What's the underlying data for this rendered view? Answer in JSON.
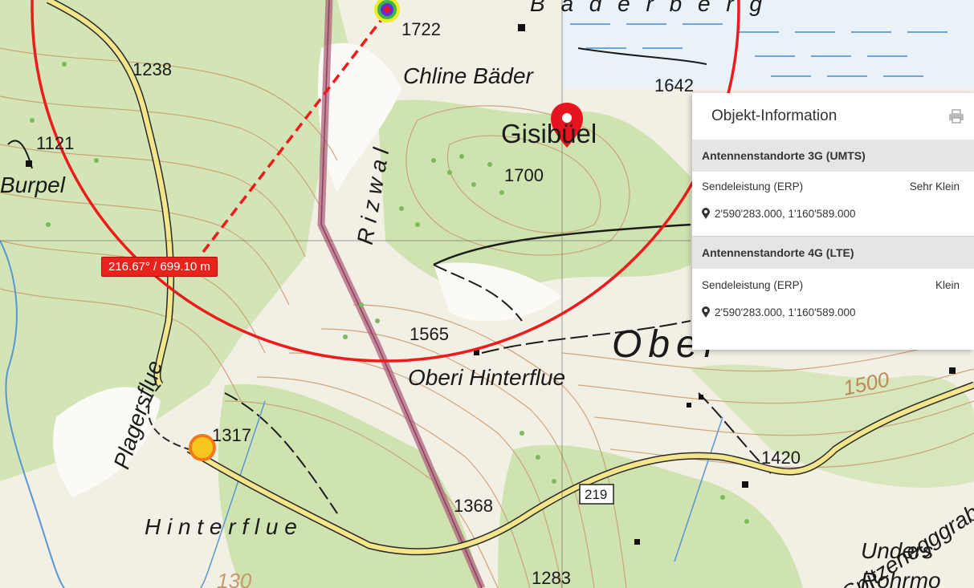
{
  "map": {
    "labels": {
      "elev_1722": "1722",
      "elev_1238": "1238",
      "elev_1121": "1121",
      "elev_1642": "1642",
      "elev_1700": "1700",
      "elev_1565": "1565",
      "elev_1317": "1317",
      "elev_1420": "1420",
      "elev_1368": "1368",
      "elev_1283": "1283",
      "contour_1500": "1500",
      "contour_130": "130",
      "chline_bader": "Chline Bäder",
      "gisibuel": "Gisibüel",
      "burpel": "Burpel",
      "oberi_hinterflue": "Oberi Hinterflue",
      "ober": "Ober",
      "plagersflue": "Plagersflue",
      "hinterflue": "H i n t e r f l u e",
      "spitzenegggrabe": "Spitzenegggrabe",
      "unders": "Unders",
      "rohrmo": "Rohrmo",
      "riwal": "R i z w a l",
      "road_219": "219",
      "top_spaced": "B ä d e r b e r g"
    },
    "measure": {
      "label": "216.67° / 699.10 m",
      "circle_color": "#ee1b1b"
    },
    "colors": {
      "forest": "#cfe3b0",
      "road_fill": "#f3e58a",
      "route_line": "#b0627d",
      "contour": "#c8996a",
      "marker_red": "#e6141e",
      "marker_yellow": "#f7c51c",
      "water": "#6fa6d8"
    }
  },
  "info_panel": {
    "title": "Objekt-Information",
    "sections": [
      {
        "heading": "Antennenstandorte 3G (UMTS)",
        "attr_label": "Sendeleistung (ERP)",
        "attr_value": "Sehr Klein",
        "coordinates": "2'590'283.000, 1'160'589.000"
      },
      {
        "heading": "Antennenstandorte 4G (LTE)",
        "attr_label": "Sendeleistung (ERP)",
        "attr_value": "Klein",
        "coordinates": "2'590'283.000, 1'160'589.000"
      }
    ]
  }
}
